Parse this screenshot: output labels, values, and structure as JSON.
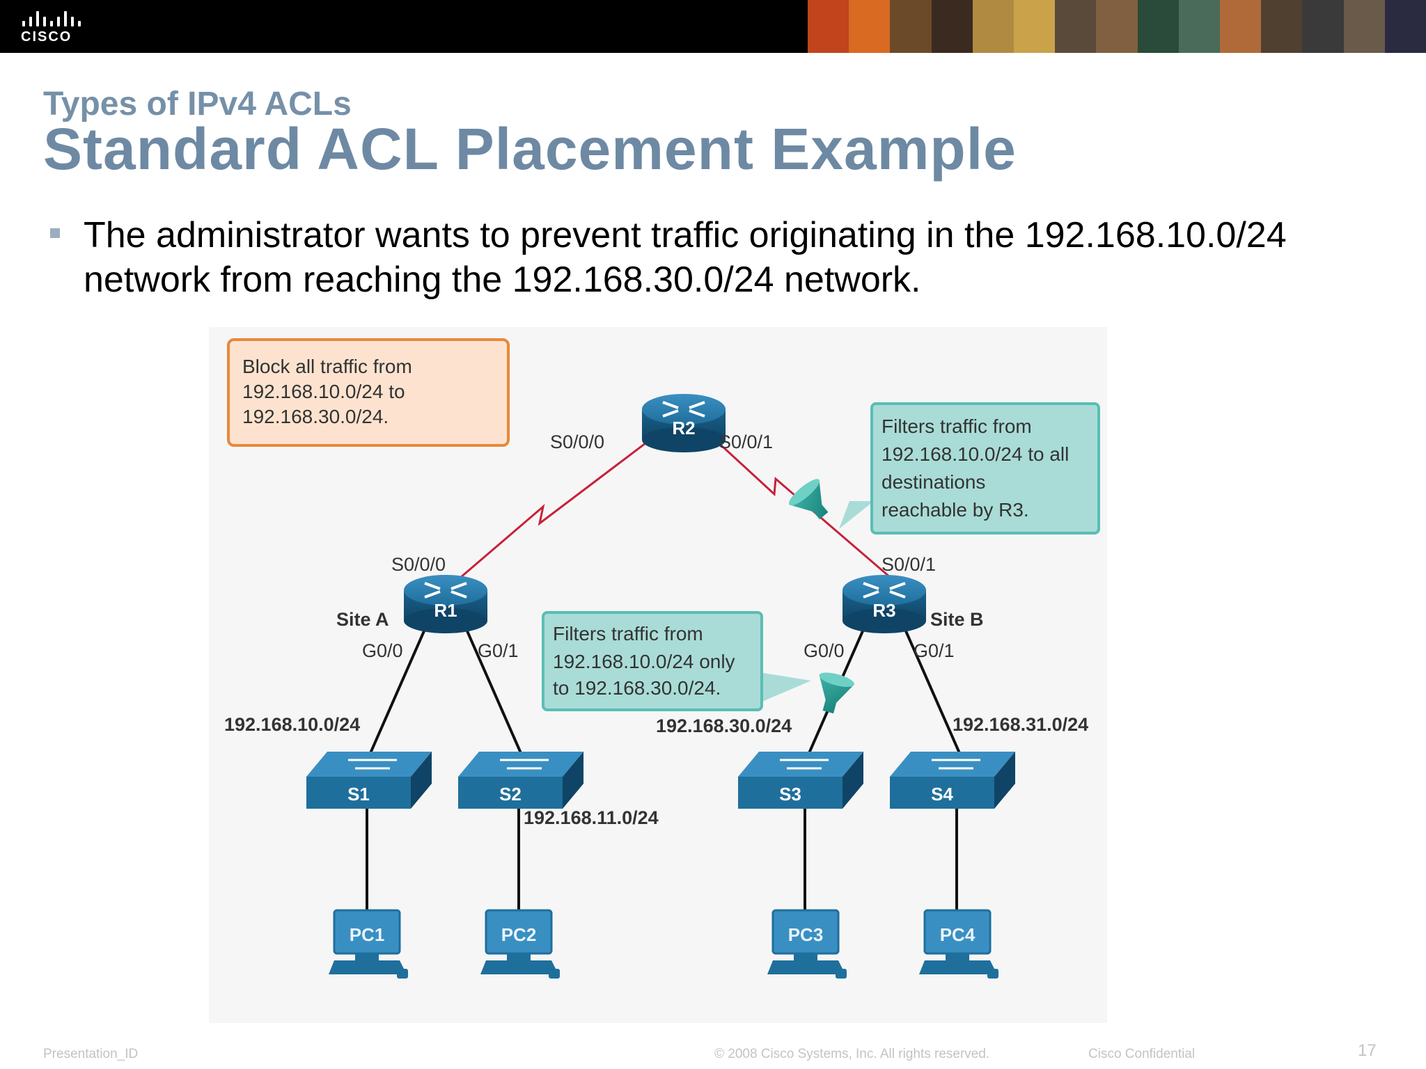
{
  "header": {
    "logo_text": "CISCO",
    "photo_colors": [
      "#c1441c",
      "#d86a22",
      "#6b4a2a",
      "#3a2a20",
      "#b08a40",
      "#c9a24a",
      "#5a4a3a",
      "#806040",
      "#2a4a3a",
      "#4a6a5a",
      "#b06a3a",
      "#504030",
      "#3a3a3a",
      "#6a5a4a",
      "#2a2a40"
    ]
  },
  "slide": {
    "subtitle": "Types of IPv4 ACLs",
    "title": "Standard ACL Placement Example",
    "bullet": "The administrator wants to prevent traffic originating in the 192.168.10.0/24 network from reaching the 192.168.30.0/24 network."
  },
  "diagram": {
    "callout_block": [
      "Block all traffic from",
      "192.168.10.0/24 to",
      "192.168.30.0/24."
    ],
    "callout_r2": [
      "Filters traffic from",
      "192.168.10.0/24 to all",
      "destinations",
      "reachable by R3."
    ],
    "callout_r3": [
      "Filters traffic from",
      "192.168.10.0/24 only",
      "to 192.168.30.0/24."
    ],
    "routers": {
      "r1": "R1",
      "r2": "R2",
      "r3": "R3"
    },
    "switches": {
      "s1": "S1",
      "s2": "S2",
      "s3": "S3",
      "s4": "S4"
    },
    "pcs": {
      "pc1": "PC1",
      "pc2": "PC2",
      "pc3": "PC3",
      "pc4": "PC4"
    },
    "sites": {
      "a": "Site A",
      "b": "Site B"
    },
    "interfaces": {
      "r2_s000": "S0/0/0",
      "r2_s001": "S0/0/1",
      "r1_s000": "S0/0/0",
      "r3_s001": "S0/0/1",
      "r1_g00": "G0/0",
      "r1_g01": "G0/1",
      "r3_g00": "G0/0",
      "r3_g01": "G0/1"
    },
    "networks": {
      "n10": "192.168.10.0/24",
      "n11": "192.168.11.0/24",
      "n30": "192.168.30.0/24",
      "n31": "192.168.31.0/24"
    },
    "colors": {
      "device": "#1f6f9c",
      "serial_link": "#c8203a",
      "callout_orange": "#e8883a",
      "callout_teal": "#5bbdb4"
    }
  },
  "footer": {
    "presentation_id": "Presentation_ID",
    "copyright": "© 2008 Cisco Systems, Inc. All rights reserved.",
    "confidential": "Cisco Confidential",
    "page_number": "17"
  }
}
